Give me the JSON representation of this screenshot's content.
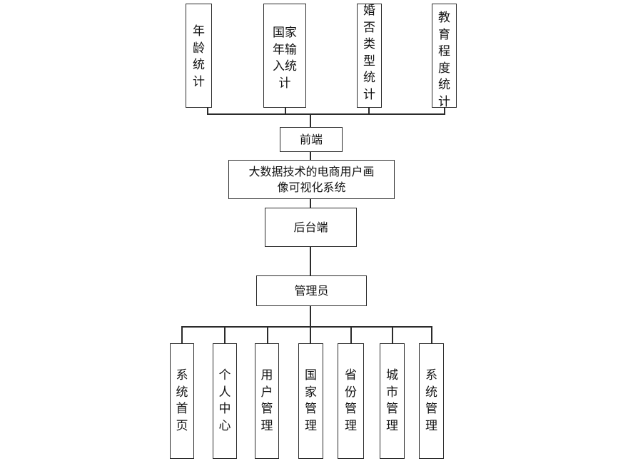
{
  "top_modules": [
    {
      "label": "年龄统计"
    },
    {
      "label": "国家年输入统计"
    },
    {
      "label": "婚否类型统计"
    },
    {
      "label": "教育程度统计"
    }
  ],
  "frontend": {
    "label": "前端"
  },
  "system": {
    "label": "大数据技术的电商用户画像可视化系统"
  },
  "backend": {
    "label": "后台端"
  },
  "admin": {
    "label": "管理员"
  },
  "admin_modules": [
    {
      "label": "系统首页"
    },
    {
      "label": "个人中心"
    },
    {
      "label": "用户管理"
    },
    {
      "label": "国家管理"
    },
    {
      "label": "省份管理"
    },
    {
      "label": "城市管理"
    },
    {
      "label": "系统管理"
    }
  ]
}
